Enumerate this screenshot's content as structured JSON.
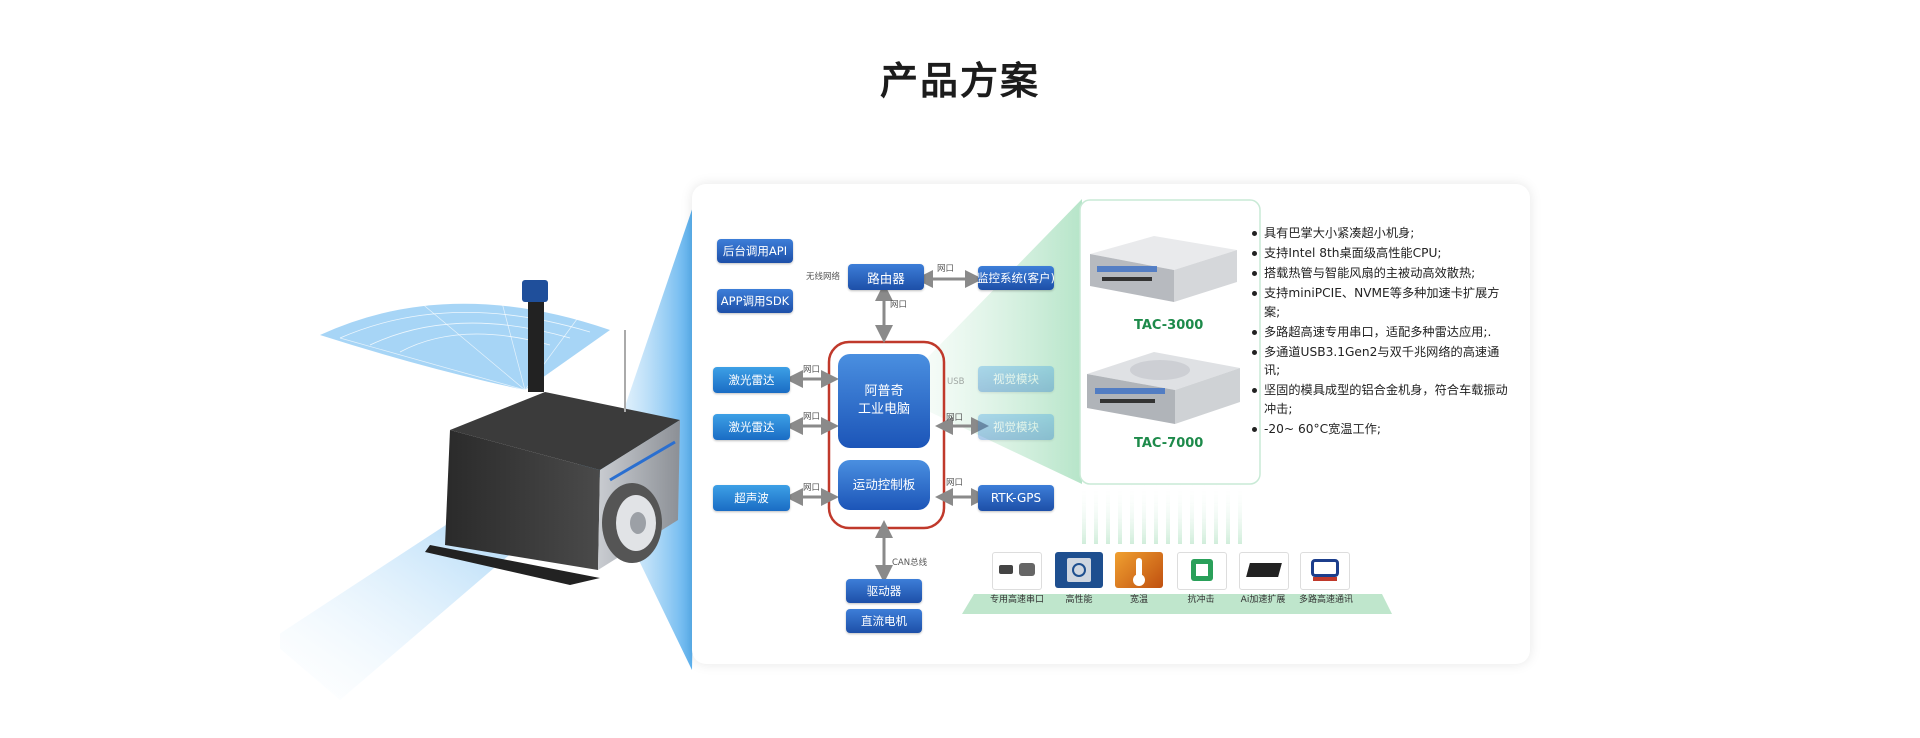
{
  "page_title": "产品方案",
  "diagram": {
    "left_apis": [
      "后台调用API",
      "APP调用SDK"
    ],
    "router": "路由器",
    "wireless_label": "无线网络",
    "monitor": "监控系统(客户)",
    "core_pc": "阿普奇\n工业电脑",
    "motion_board": "运动控制板",
    "sensors_left": [
      "激光雷达",
      "激光雷达",
      "超声波"
    ],
    "sensors_right": [
      "视觉模块",
      "视觉模块",
      "RTK-GPS"
    ],
    "port_label": "网口",
    "usb_label": "USB",
    "can_label": "CAN总线",
    "bottom_blocks": [
      "驱动器",
      "直流电机"
    ]
  },
  "products": [
    {
      "name": "TAC-3000"
    },
    {
      "name": "TAC-7000"
    }
  ],
  "features": [
    "具有巴掌大小紧凑超小机身;",
    "支持Intel 8th桌面级高性能CPU;",
    "搭载热管与智能风扇的主被动高效散热;",
    "支持miniPCIE、NVME等多种加速卡扩展方案;",
    "多路超高速专用串口，适配多种雷达应用;.",
    "多通道USB3.1Gen2与双千兆网络的高速通讯;",
    "坚固的模具成型的铝合金机身，符合车载振动冲击;",
    "-20~ 60°C宽温工作;"
  ],
  "feature_icons": [
    {
      "label": "专用高速串口",
      "icon": "serial-port-icon"
    },
    {
      "label": "高性能",
      "icon": "intel-cpu-icon"
    },
    {
      "label": "宽温",
      "icon": "temperature-icon"
    },
    {
      "label": "抗冲击",
      "icon": "shock-resistant-icon"
    },
    {
      "label": "Ai加速扩展",
      "icon": "ai-accelerator-icon"
    },
    {
      "label": "多路高速通讯",
      "icon": "usb-icon"
    }
  ],
  "colors": {
    "accent_blue": "#1a6cc4",
    "highlight_red": "#c0392b",
    "product_green": "#1d8a4a"
  }
}
